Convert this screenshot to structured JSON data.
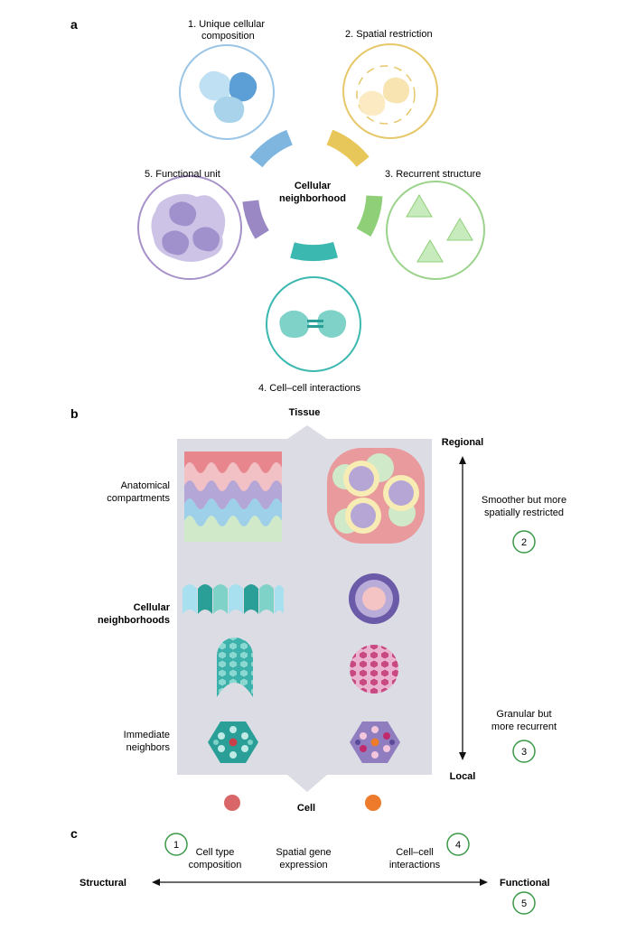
{
  "panel_a": {
    "label": "a",
    "center_line1": "Cellular",
    "center_line2": "neighborhood",
    "c1_line1": "1.   Unique cellular",
    "c1_line2": "composition",
    "c2": "2.  Spatial restriction",
    "c3": "3.  Recurrent structure",
    "c4": "4.  Cell–cell interactions",
    "c5": "5.  Functional unit"
  },
  "panel_b": {
    "label": "b",
    "top_label": "Tissue",
    "bottom_label": "Cell",
    "regional": "Regional",
    "local": "Local",
    "row1_line1": "Anatomical",
    "row1_line2": "compartments",
    "row2_line1": "Cellular",
    "row2_line2": "neighborhoods",
    "row3_line1": "Immediate",
    "row3_line2": "neighbors",
    "note_top_line1": "Smoother but more",
    "note_top_line2": "spatially restricted",
    "note_top_num": "2",
    "note_bot_line1": "Granular but",
    "note_bot_line2": "more recurrent",
    "note_bot_num": "3"
  },
  "panel_c": {
    "label": "c",
    "left": "Structural",
    "right": "Functional",
    "num1": "1",
    "item1_line1": "Cell type",
    "item1_line2": "composition",
    "item2_line1": "Spatial gene",
    "item2_line2": "expression",
    "num4": "4",
    "item3_line1": "Cell–cell",
    "item3_line2": "interactions",
    "num5": "5"
  },
  "colors": {
    "blue": "#7fb6e0",
    "yellow": "#e8c75a",
    "green": "#8fcf78",
    "teal": "#3bb8b0",
    "purple": "#9a88c4",
    "panel_gray": "#dcdde4",
    "red_cell": "#d9676a",
    "orange_cell": "#ee7b2c",
    "circle_green": "#3a9a48"
  }
}
